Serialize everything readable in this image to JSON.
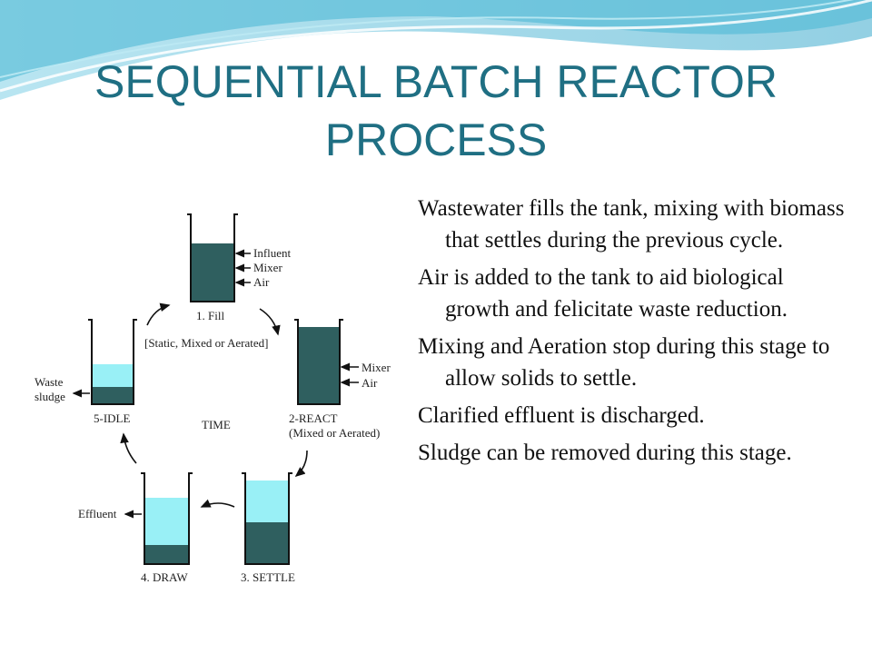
{
  "slide": {
    "title": "SEQUENTIAL BATCH REACTOR PROCESS",
    "colors": {
      "title": "#1f6f83",
      "sludge": "#2f5f5f",
      "clear_water": "#99f0f6",
      "wave": "#4fb9d6"
    }
  },
  "diagram": {
    "center_label": "TIME",
    "stages": [
      {
        "label": "1. Fill",
        "note": "[Static, Mixed or Aerated]",
        "inputs": [
          "Influent",
          "Mixer",
          "Air"
        ]
      },
      {
        "label": "2-REACT",
        "note": "(Mixed or Aerated)",
        "inputs": [
          "Mixer",
          "Air"
        ]
      },
      {
        "label": "3. SETTLE"
      },
      {
        "label": "4. DRAW",
        "output": "Effluent"
      },
      {
        "label": "5-IDLE",
        "output_line1": "Waste",
        "output_line2": "sludge"
      }
    ]
  },
  "paragraphs": [
    "Wastewater  fills the tank, mixing with biomass that settles during the previous cycle.",
    "Air is added to the tank to aid biological growth and felicitate waste reduction.",
    "Mixing and Aeration stop during this stage to allow solids to settle.",
    "Clarified effluent is discharged.",
    "Sludge can be removed during this stage."
  ]
}
